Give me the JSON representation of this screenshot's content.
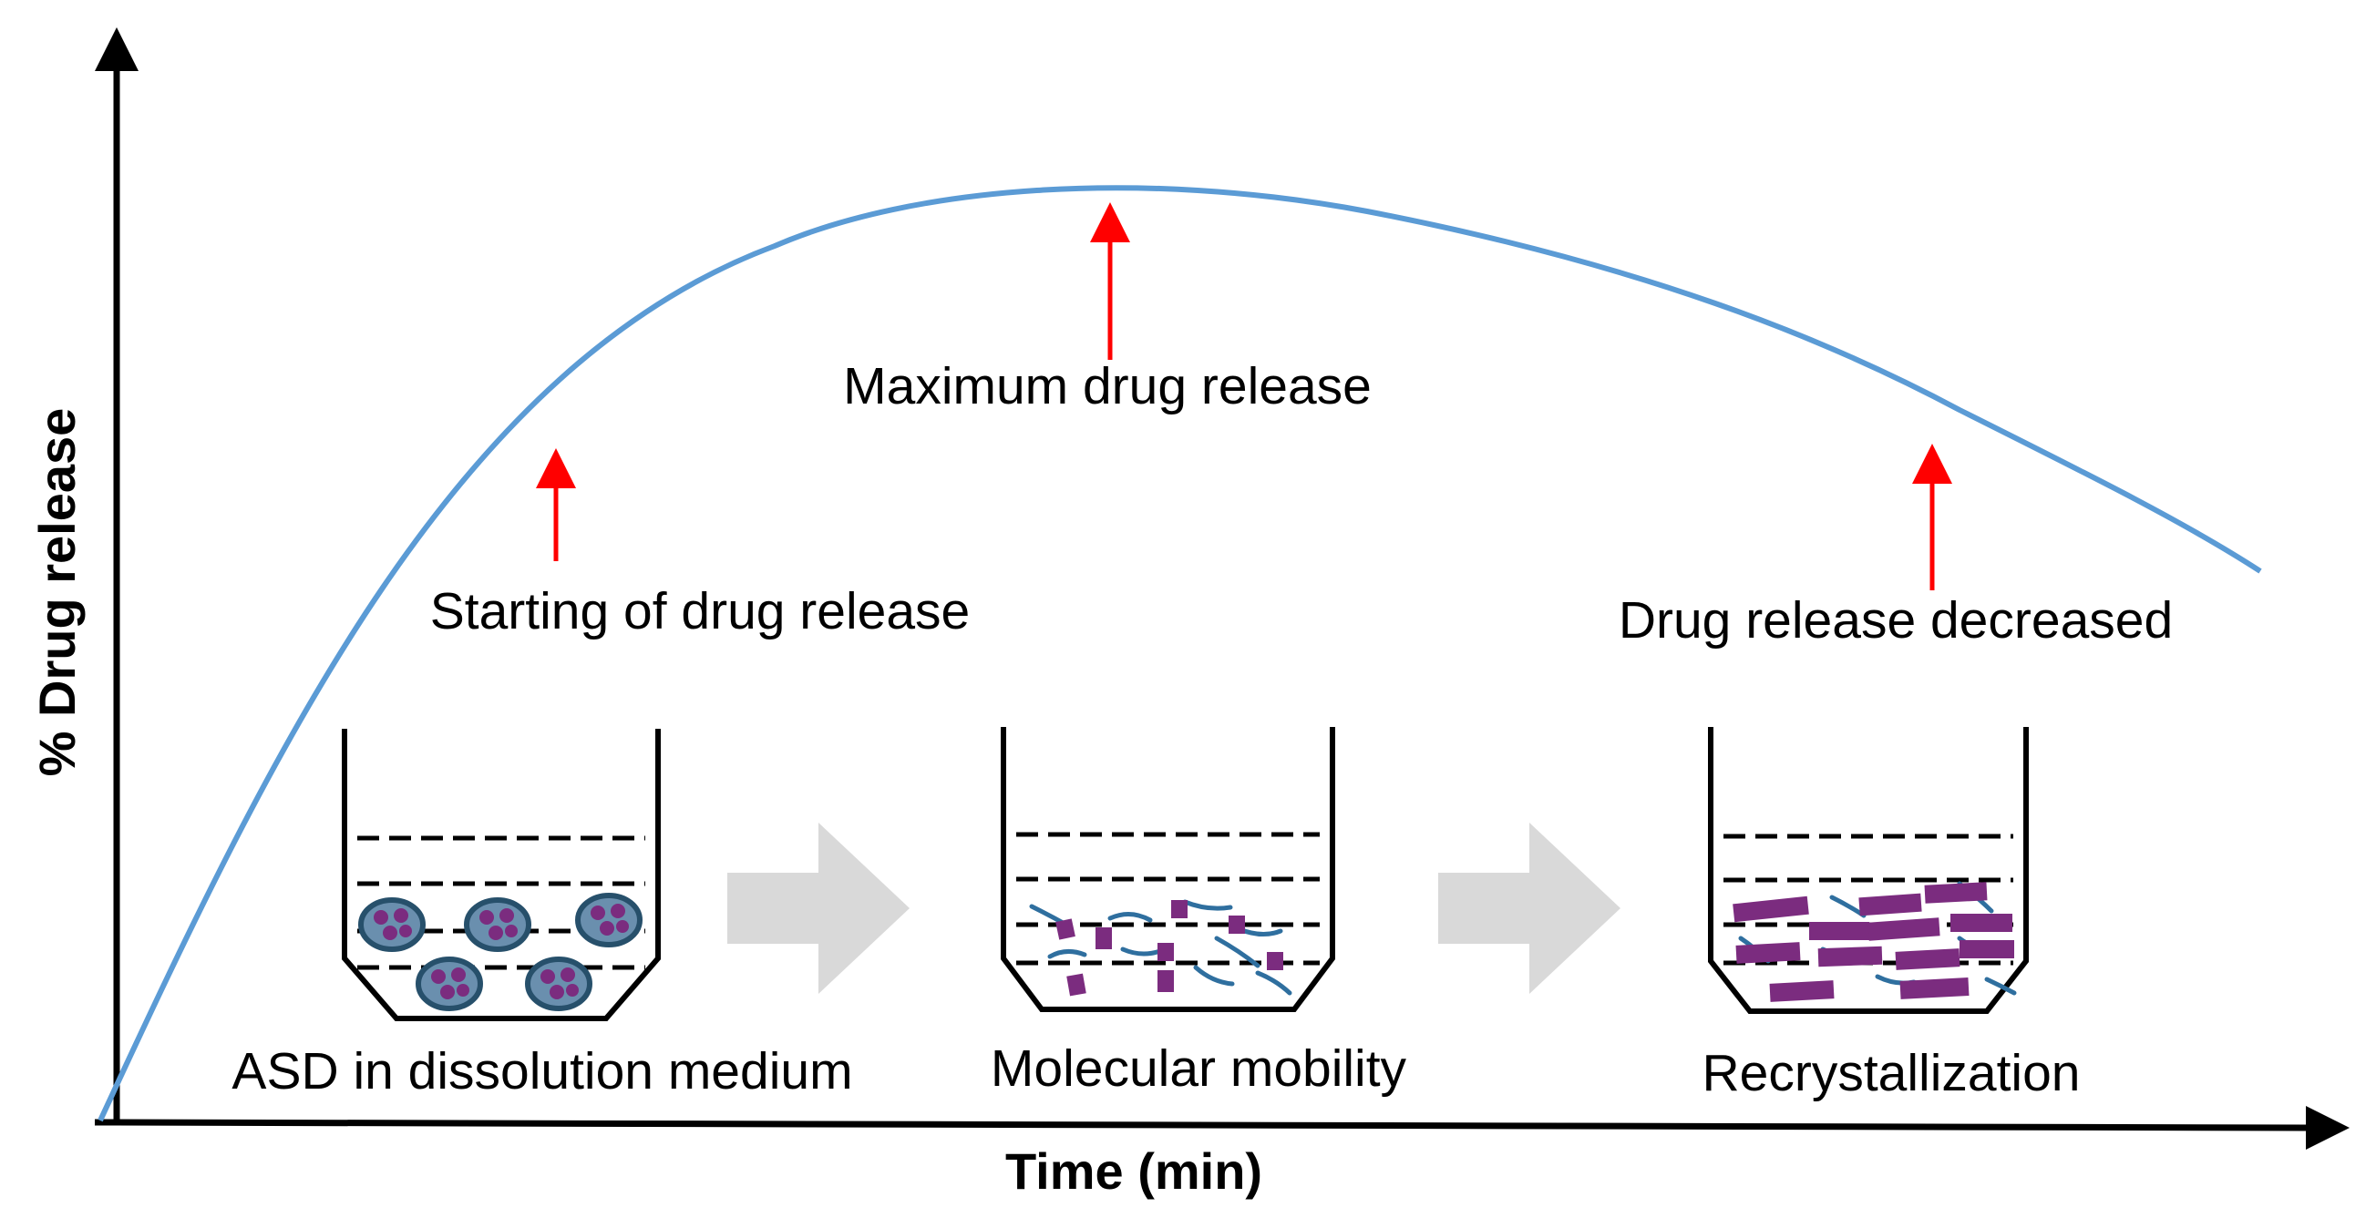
{
  "axes": {
    "x_label": "Time (min)",
    "y_label": "% Drug release"
  },
  "annotations": {
    "start": "Starting of drug release",
    "max": "Maximum drug release",
    "decrease": "Drug release decreased"
  },
  "stages": [
    {
      "label": "ASD in dissolution medium"
    },
    {
      "label": "Molecular mobility"
    },
    {
      "label": "Recrystallization"
    }
  ],
  "colors": {
    "curve": "#5b9bd5",
    "marker_arrow": "#ff0000",
    "process_arrow": "#d9d9d9",
    "drug": "#7b2c7f",
    "polymer": "#2f6f9f",
    "particle": "#27506b",
    "axis": "#000000"
  },
  "icons": {
    "process_arrow": "right-block-arrow-icon",
    "marker_arrow": "up-arrow-icon"
  }
}
